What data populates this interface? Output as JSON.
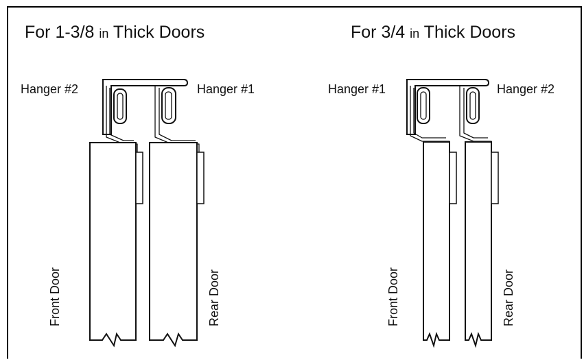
{
  "left_panel": {
    "title_prefix": "For 1-3/8",
    "title_unit": "in",
    "title_suffix": "Thick Doors",
    "hanger_left": "Hanger #2",
    "hanger_right": "Hanger #1",
    "door_left": "Front Door",
    "door_right": "Rear Door"
  },
  "right_panel": {
    "title_prefix": "For 3/4",
    "title_unit": "in",
    "title_suffix": "Thick Doors",
    "hanger_left": "Hanger #1",
    "hanger_right": "Hanger #2",
    "door_left": "Front Door",
    "door_right": "Rear Door"
  }
}
